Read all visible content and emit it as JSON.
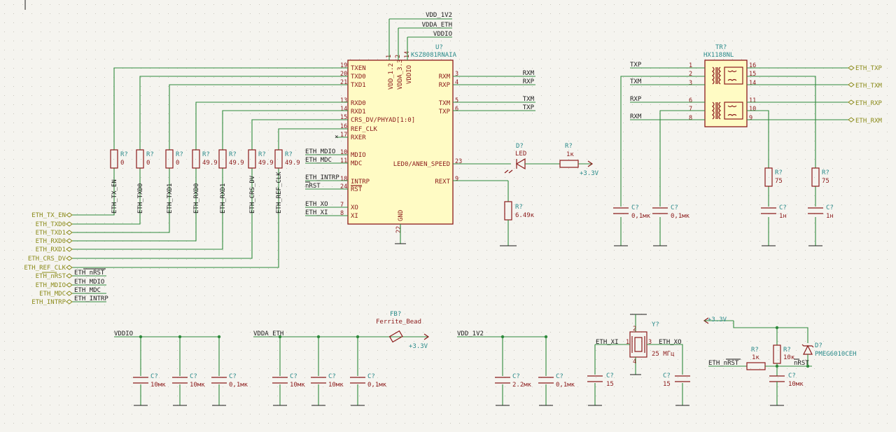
{
  "ic": {
    "ref": "U?",
    "value": "KSZ8081RNAIA",
    "left_pins": [
      {
        "name": "TXEN",
        "num": "19"
      },
      {
        "name": "TXD0",
        "num": "20"
      },
      {
        "name": "TXD1",
        "num": "21"
      },
      {
        "name": "RXD0",
        "num": "13"
      },
      {
        "name": "RXD1",
        "num": "14"
      },
      {
        "name": "CRS_DV/PHYAD[1:0]",
        "num": "15"
      },
      {
        "name": "REF_CLK",
        "num": "16"
      },
      {
        "name": "RXER",
        "num": "17"
      },
      {
        "name": "MDIO",
        "num": "10"
      },
      {
        "name": "MDC",
        "num": "11"
      },
      {
        "name": "INTRP",
        "num": "18"
      },
      {
        "name": "RST",
        "num": "24"
      },
      {
        "name": "XO",
        "num": "7"
      },
      {
        "name": "XI",
        "num": "8"
      }
    ],
    "right_pins": [
      {
        "name": "RXM",
        "num": "3"
      },
      {
        "name": "RXP",
        "num": "4"
      },
      {
        "name": "TXM",
        "num": "5"
      },
      {
        "name": "TXP",
        "num": "6"
      },
      {
        "name": "LED0/ANEN_SPEED",
        "num": "23"
      },
      {
        "name": "REXT",
        "num": "9"
      }
    ],
    "top_pins": [
      {
        "name": "VDD_1.2",
        "num": "1"
      },
      {
        "name": "VDDA_3.3",
        "num": "2"
      },
      {
        "name": "VDDIO",
        "num": "14"
      }
    ],
    "bottom_pin": {
      "name": "GND",
      "num": "22"
    }
  },
  "power_nets": {
    "vdd_1v2": "VDD_1V2",
    "vdda_eth": "VDDA_ETH",
    "vddio": "VDDIO",
    "plus_3v3": "+3.3V"
  },
  "ic_left_nets": [
    "ETH_MDIO",
    "ETH_MDC",
    "ETH_INTRP",
    "nRST",
    "ETH_XO",
    "ETH_XI"
  ],
  "ic_right_nets": [
    "RXM",
    "RXP",
    "TXM",
    "TXP"
  ],
  "series_resistors": [
    {
      "ref": "R?",
      "value": "0",
      "net": "ETH_TX_EN"
    },
    {
      "ref": "R?",
      "value": "0",
      "net": "ETH_TXD0"
    },
    {
      "ref": "R?",
      "value": "0",
      "net": "ETH_TXD1"
    },
    {
      "ref": "R?",
      "value": "49.9",
      "net": "ETH_RXD0"
    },
    {
      "ref": "R?",
      "value": "49.9",
      "net": "ETH_RXD1"
    },
    {
      "ref": "R?",
      "value": "49.9",
      "net": "ETH_CRS_DV"
    },
    {
      "ref": "R?",
      "value": "49.9",
      "net": "ETH_REF_CLK"
    }
  ],
  "global_labels": [
    "ETH_TX_EN",
    "ETH_TXD0",
    "ETH_TXD1",
    "ETH_RXD0",
    "ETH_RXD1",
    "ETH_CRS_DV",
    "ETH_REF_CLK",
    "ETH_nRST",
    "ETH_MDIO",
    "ETH_MDC",
    "ETH_INTRP"
  ],
  "local_labels_bottom": [
    "ETH_nRST",
    "ETH_MDIO",
    "ETH_MDC",
    "ETH_INTRP"
  ],
  "led": {
    "ref": "D?",
    "value": "LED",
    "r_ref": "R?",
    "r_value": "1к",
    "pwr": "+3.3V"
  },
  "rext": {
    "ref": "R?",
    "value": "6.49к"
  },
  "transformer": {
    "ref": "TR?",
    "value": "HX1188NL",
    "left_pins": [
      {
        "net": "TXP",
        "num": "1"
      },
      {
        "net": "",
        "num": "2"
      },
      {
        "net": "TXM",
        "num": "3"
      },
      {
        "net": "RXP",
        "num": "6"
      },
      {
        "net": "",
        "num": "7"
      },
      {
        "net": "RXM",
        "num": "8"
      }
    ],
    "right_pins": [
      {
        "num": "16"
      },
      {
        "num": "15"
      },
      {
        "num": "14"
      },
      {
        "num": "11"
      },
      {
        "num": "10"
      },
      {
        "num": "9"
      }
    ],
    "out_labels": [
      "ETH_TXP",
      "ETH_TXM",
      "ETH_RXP",
      "ETH_RXM"
    ]
  },
  "tr_caps": [
    {
      "ref": "C?",
      "value": "0,1мк"
    },
    {
      "ref": "C?",
      "value": "0,1мк"
    },
    {
      "ref": "C?",
      "value": "1н"
    },
    {
      "ref": "C?",
      "value": "1н"
    }
  ],
  "tr_res": [
    {
      "ref": "R?",
      "value": "75"
    },
    {
      "ref": "R?",
      "value": "75"
    }
  ],
  "decoupling": {
    "vddio": {
      "net": "VDDIO",
      "caps": [
        {
          "ref": "C?",
          "value": "10мк"
        },
        {
          "ref": "C?",
          "value": "10мк"
        },
        {
          "ref": "C?",
          "value": "0,1мк"
        }
      ]
    },
    "vdda": {
      "net": "VDDA_ETH",
      "caps": [
        {
          "ref": "C?",
          "value": "10мк"
        },
        {
          "ref": "C?",
          "value": "10мк"
        },
        {
          "ref": "C?",
          "value": "0,1мк"
        }
      ]
    },
    "vdd12": {
      "net": "VDD_1V2",
      "caps": [
        {
          "ref": "C?",
          "value": "2.2мк"
        },
        {
          "ref": "C?",
          "value": "0,1мк"
        }
      ]
    }
  },
  "ferrite": {
    "ref": "FB?",
    "value": "Ferrite_Bead",
    "pwr": "+3.3V"
  },
  "crystal": {
    "ref": "Y?",
    "value": "25 МГц",
    "xi": "ETH_XI",
    "xo": "ETH_XO",
    "pins": [
      "1",
      "2",
      "3",
      "4"
    ],
    "caps": [
      {
        "ref": "C?",
        "value": "15"
      },
      {
        "ref": "C?",
        "value": "15"
      }
    ]
  },
  "reset": {
    "pwr": "+3.3V",
    "in_net": "ETH_nRST",
    "out_net": "nRST",
    "r_series": {
      "ref": "R?",
      "value": "1к"
    },
    "r_pull": {
      "ref": "R?",
      "value": "10к"
    },
    "cap": {
      "ref": "C?",
      "value": "10мк"
    },
    "diode": {
      "ref": "D?",
      "value": "PMEG6010CEH"
    }
  },
  "colors": {
    "wire": "#2e8a3c",
    "symbol": "#8b1a1a",
    "ic_fill": "#fffbc4",
    "ref_text": "#2a8a8a",
    "global_label": "#8b8b1a"
  }
}
